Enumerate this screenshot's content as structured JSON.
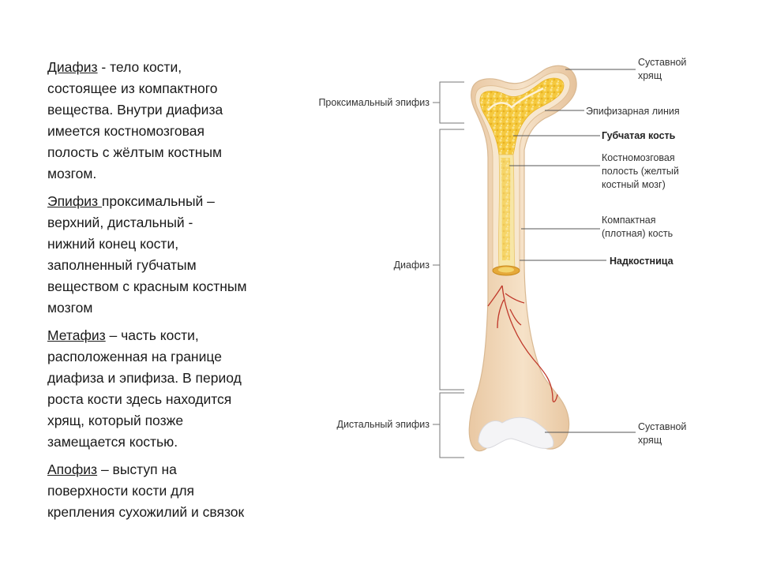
{
  "paragraphs": [
    {
      "lines": [
        {
          "term": "Диафиз",
          "rest": " - тело кости,"
        },
        {
          "text": "состоящее из компактного"
        },
        {
          "text": "вещества. Внутри диафиза"
        },
        {
          "text": "имеется костномозговая"
        },
        {
          "text": "полость с жёлтым костным"
        },
        {
          "text": "мозгом."
        }
      ]
    },
    {
      "lines": [
        {
          "term": "Эпифиз ",
          "rest": "проксимальный –"
        },
        {
          "text": "верхний, дистальный -"
        },
        {
          "text": "нижний конец кости,"
        },
        {
          "text": "заполненный губчатым"
        },
        {
          "text": "веществом с красным костным"
        },
        {
          "text": "мозгом"
        }
      ]
    },
    {
      "lines": [
        {
          "term": "Метафиз",
          "rest": " – часть кости,"
        },
        {
          "text": "расположенная на границе"
        },
        {
          "text": "диафиза и эпифиза. В период"
        },
        {
          "text": "роста кости здесь находится"
        },
        {
          "text": "хрящ, который позже"
        },
        {
          "text": "замещается костью."
        }
      ]
    },
    {
      "lines": [
        {
          "term": "Апофиз",
          "rest": " – выступ на"
        },
        {
          "text": "поверхности кости для"
        },
        {
          "text": "крепления сухожилий и связок"
        }
      ]
    }
  ],
  "diagram": {
    "left_labels": {
      "proximal": "Проксимальный эпифиз",
      "diaphysis": "Диафиз",
      "distal": "Дистальный эпифиз"
    },
    "right_labels": {
      "cartilage_top": [
        "Суставной",
        "хрящ"
      ],
      "epiphyseal_line": "Эпифизарная линия",
      "spongy": "Губчатая кость",
      "marrow": [
        "Костномозговая",
        "полость (желтый",
        "костный мозг)"
      ],
      "compact": [
        "Компактная",
        "(плотная) кость"
      ],
      "periosteum": "Надкостница",
      "cartilage_bottom": [
        "Суставной",
        "хрящ"
      ]
    },
    "colors": {
      "bone": "#f3dcc0",
      "bone_edge": "#d9b993",
      "spongy": "#f5c93e",
      "marrow": "#f7e6a6",
      "cartilage": "#f4f4f6",
      "vessel": "#c0392b"
    }
  }
}
